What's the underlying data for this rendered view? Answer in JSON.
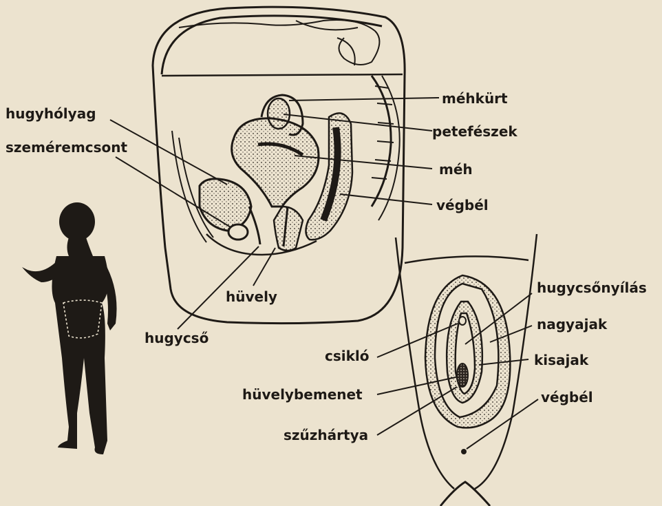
{
  "colors": {
    "paper": "#ece3cf",
    "ink": "#1e1a16",
    "shade": "#2c2520"
  },
  "icons": {
    "silhouette": "woman-silhouette-icon"
  },
  "labels": {
    "hugyholyag": "hugyhólyag",
    "szeméremcsont": "szeméremcsont",
    "mehkurt": "méhkürt",
    "petefeszek": "petefészek",
    "meh": "méh",
    "vegbel_top": "végbél",
    "huvely": "hüvely",
    "hugycso": "hugycső",
    "hugycsonyilas": "hugycsőnyílás",
    "nagyajak": "nagyajak",
    "kisajak": "kisajak",
    "vegbel_bottom": "végbél",
    "csiklo": "csikló",
    "huvelybemenet": "hüvelybemenet",
    "szuzhartya": "szűzhártya"
  }
}
